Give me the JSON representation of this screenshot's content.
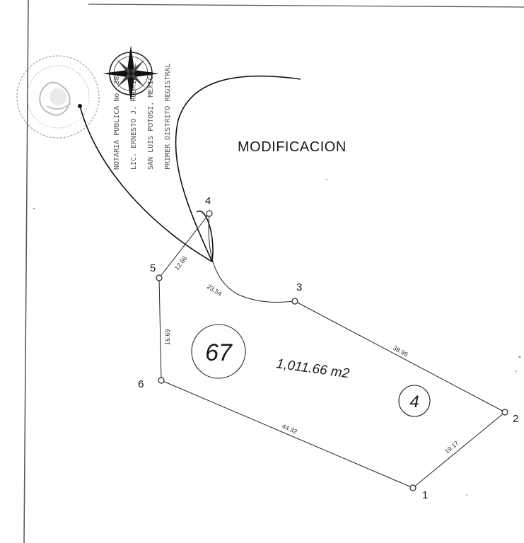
{
  "title": "MODIFICACION",
  "area_label": "1,011.66 m2",
  "lot_number": "67",
  "block_number": "4",
  "vertices": [
    {
      "id": "1",
      "label": "1"
    },
    {
      "id": "2",
      "label": "2"
    },
    {
      "id": "3",
      "label": "3"
    },
    {
      "id": "4",
      "label": "4"
    },
    {
      "id": "5",
      "label": "5"
    },
    {
      "id": "6",
      "label": "6"
    }
  ],
  "dimensions": {
    "d_3_2": "38.96",
    "d_2_1": "19.17",
    "d_6_1": "44.32",
    "d_5_6": "16.69",
    "d_5_4": "12.66",
    "d_arc": "23.54"
  },
  "notary_stamp": {
    "lines": [
      "NOTARIA PUBLICA No. 38",
      "LIC. ERNESTO J. RODRIGUEZ",
      "SAN LUIS POTOSI, MEXICO",
      "PRIMER DISTRITO REGISTRAL"
    ]
  },
  "icons": {
    "compass": "north-arrow-compass-icon",
    "seal": "official-seal-icon"
  },
  "colors": {
    "ink": "#1a1a1a",
    "paper": "#ffffff",
    "stamp": "#6b6b6b"
  }
}
